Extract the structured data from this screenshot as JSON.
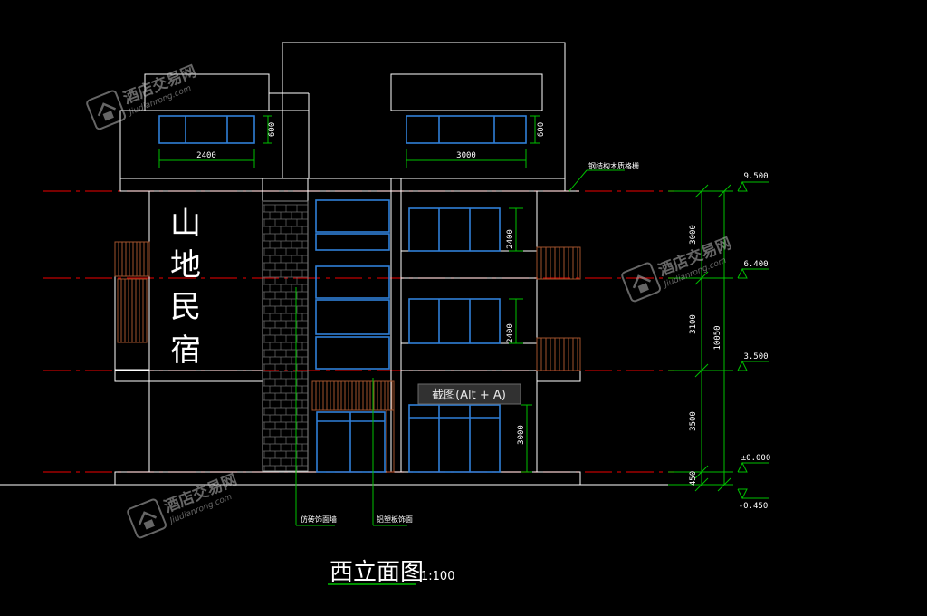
{
  "drawing": {
    "title": "西立面图",
    "scale": "1:100",
    "signage": [
      "山",
      "地",
      "民",
      "宿"
    ]
  },
  "dimensions": {
    "window_width_left": "2400",
    "window_width_right": "3000",
    "parapet_window_height_left": "600",
    "parapet_window_height_right": "600",
    "window_height_floor3": "2400",
    "window_height_floor2": "2400",
    "door_height_floor1": "3000",
    "floor_heights": [
      "3000",
      "3100",
      "3500"
    ],
    "plinth": "450",
    "total_height": "10050"
  },
  "elevations": [
    "9.500",
    "6.400",
    "3.500",
    "±0.000",
    "-0.450"
  ],
  "annotations": {
    "material_right": "钢结构木质格栅",
    "material_left": "仿砖饰面墙",
    "material_center": "铝塑板饰面"
  },
  "overlay": {
    "screenshot_hint": "截图(Alt + A)"
  },
  "watermarks": [
    {
      "name": "酒店交易网",
      "url": "Jiudianrong.com"
    },
    {
      "name": "酒店交易网",
      "url": "Jiudianrong.com"
    },
    {
      "name": "酒店交易网",
      "url": "Jiudianrong.com"
    }
  ],
  "colors": {
    "background": "#000000",
    "outline": "#ffffff",
    "axis": "#c00000",
    "glazing": "#2f7fd8",
    "dimension": "#00c000",
    "timber": "#a0522d",
    "brick": "#8a8a8a"
  }
}
